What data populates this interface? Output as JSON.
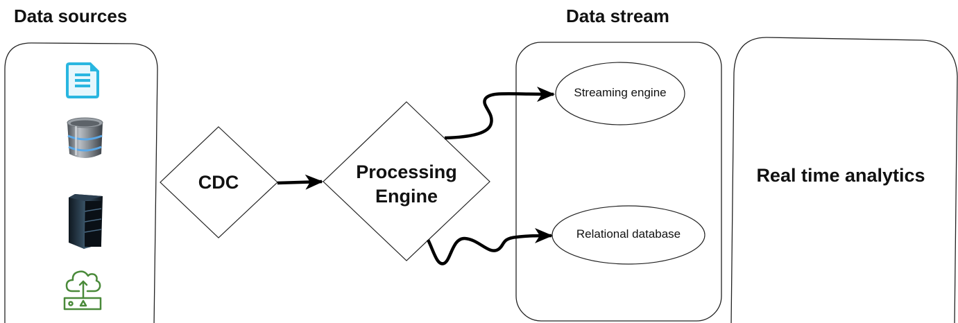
{
  "titles": {
    "data_sources": "Data sources",
    "data_stream": "Data stream"
  },
  "data_sources": {
    "icons": [
      {
        "name": "document-icon",
        "color": "#29b6e0"
      },
      {
        "name": "database-icon",
        "color": "#7a7f86"
      },
      {
        "name": "server-rack-icon",
        "color": "#1e2a36"
      },
      {
        "name": "cloud-upload-icon",
        "color": "#4a8a3a"
      }
    ]
  },
  "nodes": {
    "cdc": "CDC",
    "processing_line1": "Processing",
    "processing_line2": "Engine",
    "streaming_engine": "Streaming engine",
    "relational_database": "Relational database",
    "real_time_analytics": "Real time analytics"
  },
  "edges": [
    {
      "from": "CDC",
      "to": "Processing Engine",
      "style": "straight"
    },
    {
      "from": "Processing Engine",
      "to": "Streaming engine",
      "style": "curved"
    },
    {
      "from": "Processing Engine",
      "to": "Relational database",
      "style": "wavy"
    }
  ]
}
